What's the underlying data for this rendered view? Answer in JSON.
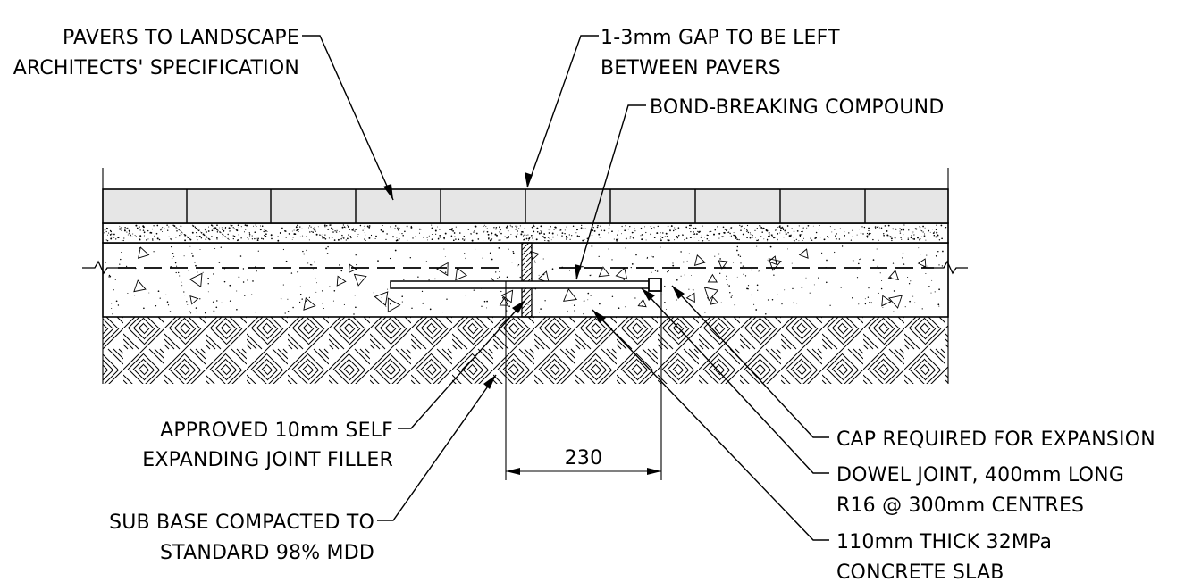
{
  "labels": {
    "pavers_line1": "PAVERS TO LANDSCAPE",
    "pavers_line2": "ARCHITECTS' SPECIFICATION",
    "gap_line1": "1-3mm GAP TO BE LEFT",
    "gap_line2": "BETWEEN PAVERS",
    "bond_breaking": "BOND-BREAKING COMPOUND",
    "filler_line1": "APPROVED 10mm SELF",
    "filler_line2": "EXPANDING JOINT FILLER",
    "subbase_line1": "SUB BASE COMPACTED TO",
    "subbase_line2": "STANDARD 98% MDD",
    "cap": "CAP REQUIRED FOR EXPANSION",
    "dowel_line1": "DOWEL JOINT, 400mm LONG",
    "dowel_line2": "R16 @ 300mm CENTRES",
    "slab_line1": "110mm THICK 32MPa",
    "slab_line2": "CONCRETE SLAB"
  },
  "dimension": {
    "value": "230"
  },
  "colors": {
    "paver_fill": "#e6e6e6",
    "ink": "#000000"
  }
}
